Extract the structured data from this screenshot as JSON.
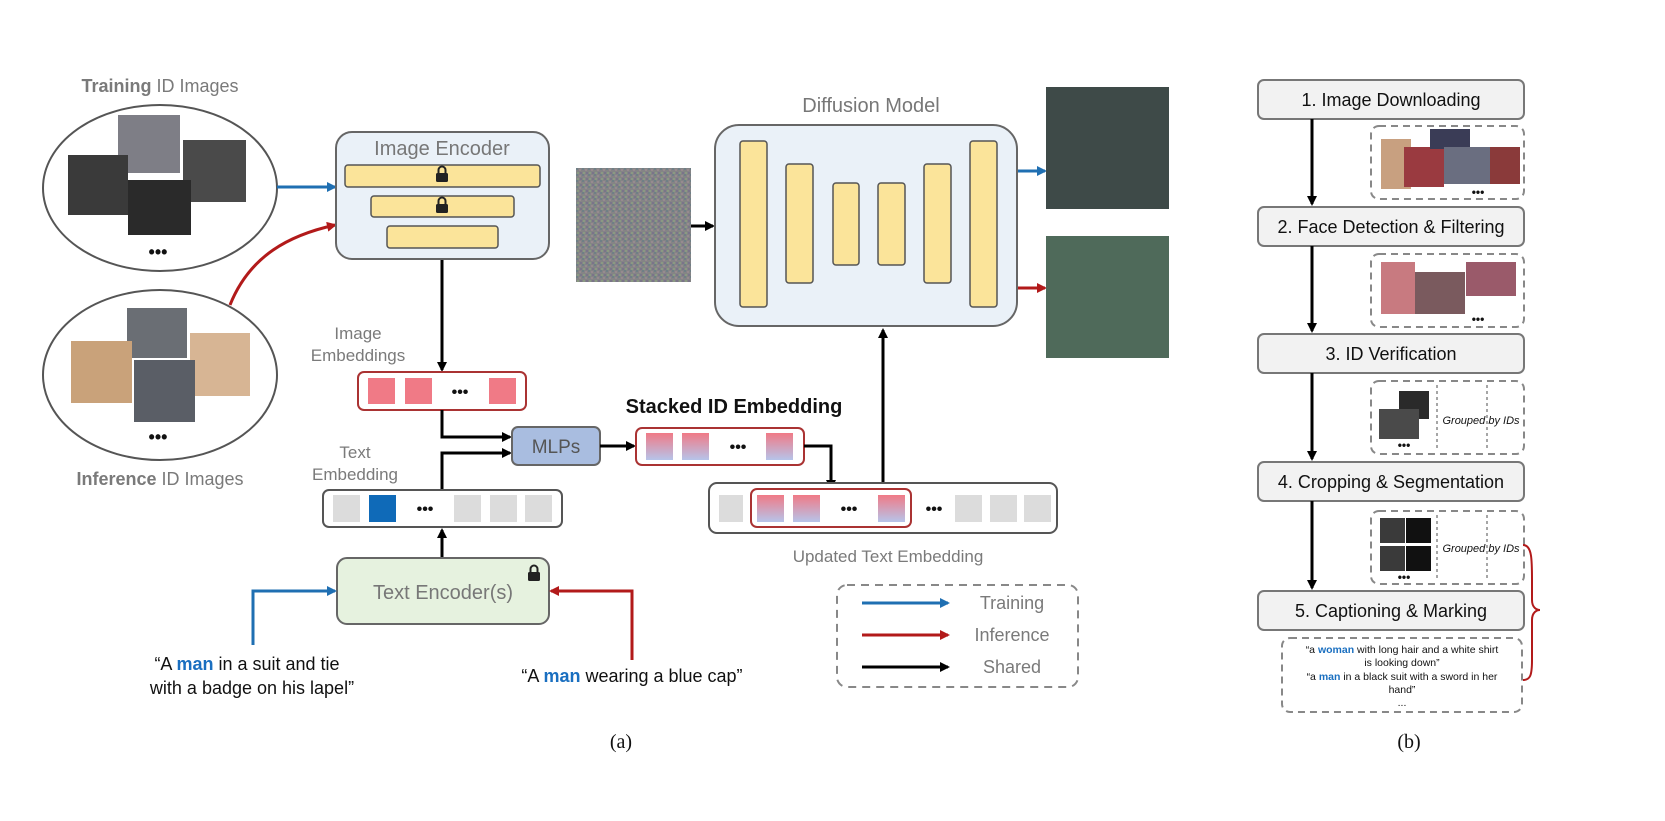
{
  "panel_a": {
    "training_title_bold": "Training",
    "training_title_rest": " ID Images",
    "inference_title_bold": "Inference",
    "inference_title_rest": " ID Images",
    "ellipsis": "•••",
    "image_encoder": "Image Encoder",
    "image_embeddings_line1": "Image",
    "image_embeddings_line2": "Embeddings",
    "text_embedding_line1": "Text",
    "text_embedding_line2": "Embedding",
    "mlps": "MLPs",
    "stacked_id_embedding": "Stacked ID Embedding",
    "diffusion_model": "Diffusion Model",
    "updated_text_embedding": "Updated Text Embedding",
    "text_encoders": "Text Encoder(s)",
    "prompt_training_prefix": "“A ",
    "prompt_training_keyword": "man",
    "prompt_training_rest1": " in a suit and tie",
    "prompt_training_line2": "with a badge on his lapel”",
    "prompt_inference_prefix": "“A ",
    "prompt_inference_keyword": "man",
    "prompt_inference_rest": " wearing a blue cap”",
    "legend": {
      "training": "Training",
      "inference": "Inference",
      "shared": "Shared"
    },
    "caption": "(a)"
  },
  "panel_b": {
    "steps": [
      "1. Image Downloading",
      "2. Face Detection & Filtering",
      "3. ID Verification",
      "4. Cropping & Segmentation",
      "5. Captioning & Marking"
    ],
    "grouped_by_ids": "Grouped by IDs",
    "ellipsis": "•••",
    "caption1_prefix": "“a ",
    "caption1_keyword": "woman",
    "caption1_rest": " with long hair and a white shirt",
    "caption1_line2": "is looking down”",
    "caption2_prefix": "“a ",
    "caption2_keyword": "man",
    "caption2_rest": " in a black suit with a sword in her",
    "caption2_line2": "hand”",
    "caption_more": "...",
    "caption": "(b)"
  },
  "colors": {
    "training": "#1f6fb2",
    "inference": "#b21a1a",
    "shared": "#000000",
    "keyword": "#1a6fc0",
    "encoder_fill": "#eaf1f8",
    "layer_fill": "#fbe49a",
    "mlp_fill": "#a9bde0",
    "text_encoder_fill": "#e6f2df"
  }
}
